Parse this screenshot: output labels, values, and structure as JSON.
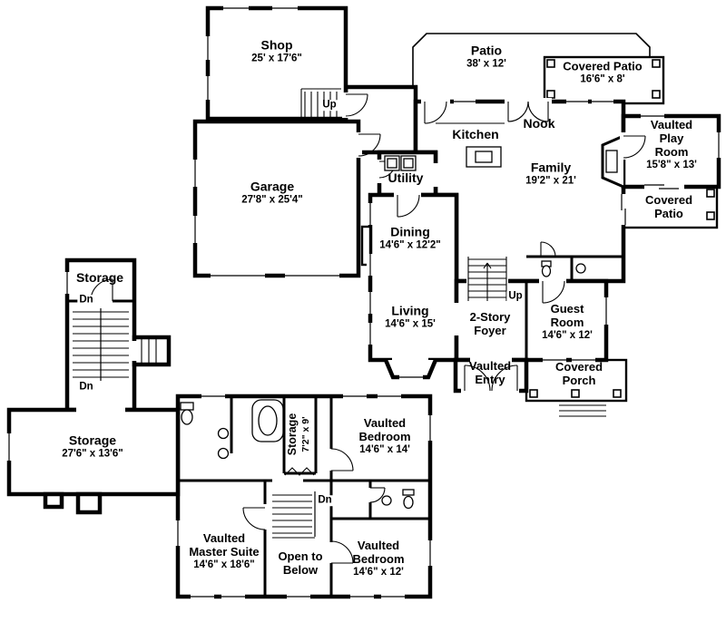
{
  "rooms": {
    "shop": {
      "name": "Shop",
      "dims": "25' x 17'6\""
    },
    "garage": {
      "name": "Garage",
      "dims": "27'8\" x 25'4\""
    },
    "patio": {
      "name": "Patio",
      "dims": "38' x 12'"
    },
    "covered_patio_top": {
      "name": "Covered Patio",
      "dims": "16'6\" x 8'"
    },
    "kitchen": {
      "name": "Kitchen"
    },
    "nook": {
      "name": "Nook"
    },
    "utility": {
      "name": "Utility"
    },
    "play_room": {
      "name": "Vaulted\nPlay Room",
      "dims": "15'8\" x 13'"
    },
    "family": {
      "name": "Family",
      "dims": "19'2\" x 21'"
    },
    "covered_patio_right": {
      "name": "Covered Patio"
    },
    "dining": {
      "name": "Dining",
      "dims": "14'6\" x 12'2\""
    },
    "living": {
      "name": "Living",
      "dims": "14'6\" x 15'"
    },
    "foyer": {
      "name": "2-Story\nFoyer"
    },
    "guest_room": {
      "name": "Guest\nRoom",
      "dims": "14'6\" x 12'"
    },
    "entry": {
      "name": "Vaulted\nEntry"
    },
    "porch": {
      "name": "Covered\nPorch"
    },
    "storage_upper": {
      "name": "Storage"
    },
    "storage_main": {
      "name": "Storage",
      "dims": "27'6\" x 13'6\""
    },
    "storage_closet": {
      "name": "Storage",
      "dims": "7'2\" x 9'"
    },
    "bedroom_right": {
      "name": "Vaulted\nBedroom",
      "dims": "14'6\" x 14'"
    },
    "master_suite": {
      "name": "Vaulted\nMaster Suite",
      "dims": "14'6\" x 18'6\""
    },
    "open_to_below": {
      "name": "Open to\nBelow"
    },
    "bedroom_bottom": {
      "name": "Vaulted\nBedroom",
      "dims": "14'6\" x 12'"
    }
  },
  "stair_labels": {
    "up_shop": "Up",
    "up_foyer": "Up",
    "dn_storage_top": "Dn",
    "dn_storage_bottom": "Dn",
    "dn_second_floor": "Dn"
  },
  "colors": {
    "wall": "#000000",
    "background": "#ffffff"
  }
}
